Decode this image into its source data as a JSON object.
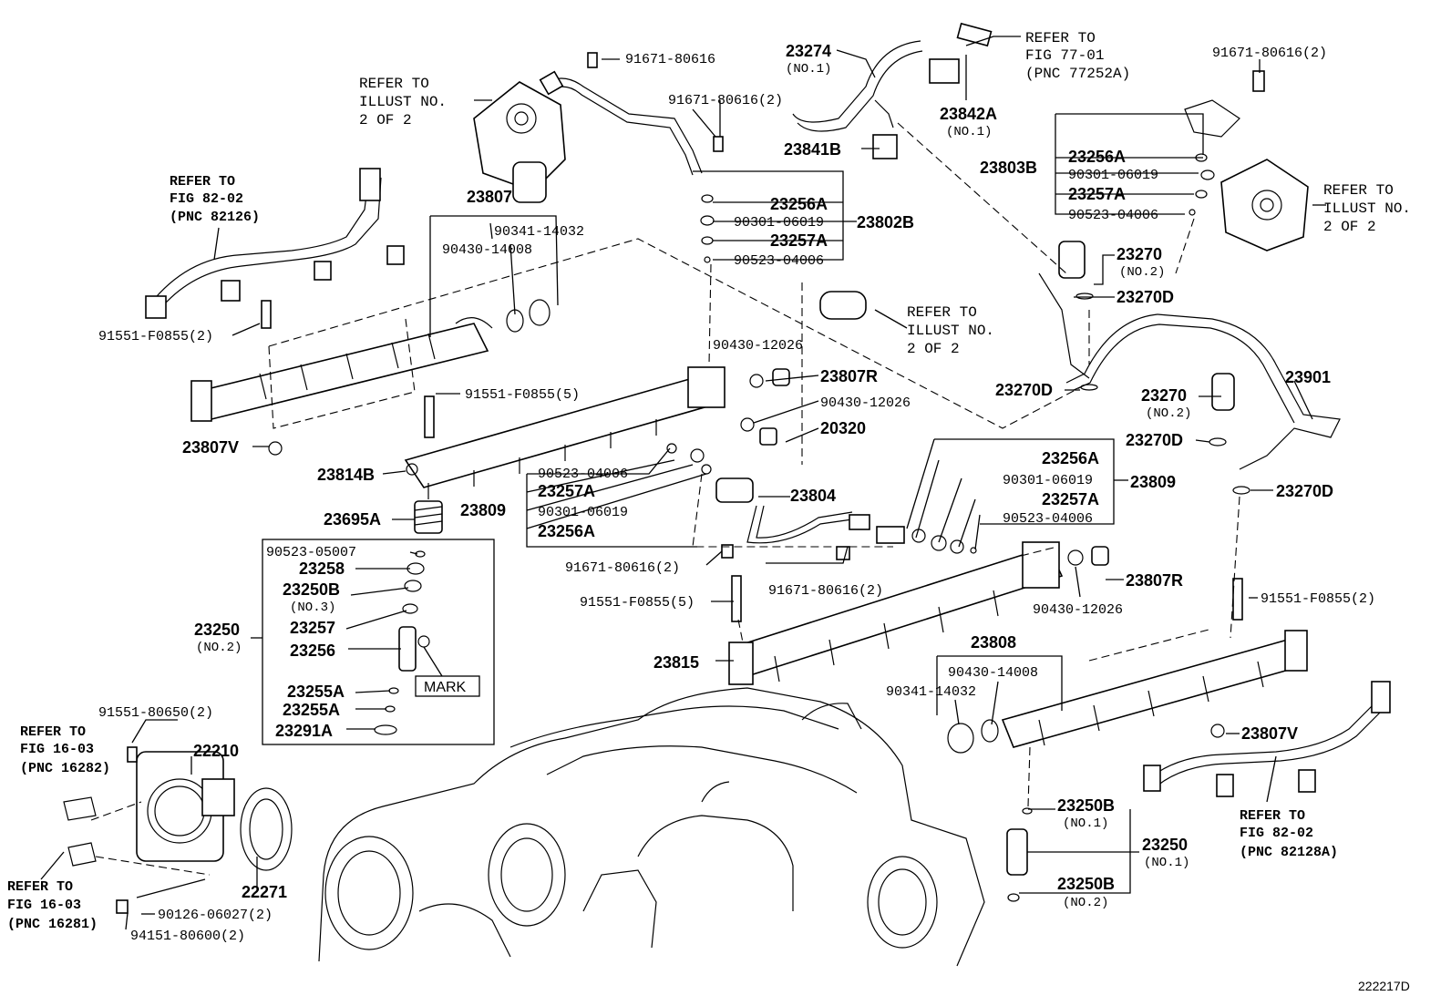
{
  "diagram_id": "222217D",
  "labels": {
    "p23274": "23274",
    "p23274_no": "(NO.1)",
    "p91671_top": "91671-80616",
    "p91671_mid": "91671-80616(2)",
    "p91671_tr": "91671-80616(2)",
    "p23842A": "23842A",
    "p23842A_no": "(NO.1)",
    "p23841B": "23841B",
    "p23803B": "23803B",
    "p23256A_r": "23256A",
    "p90301_r": "90301-06019",
    "p23257A_r": "23257A",
    "p90523_r": "90523-04006",
    "p23802B": "23802B",
    "p23256A_c": "23256A",
    "p90301_c": "90301-06019",
    "p23257A_c": "23257A",
    "p90523_c": "90523-04006",
    "p23807": "23807",
    "p90341_a": "90341-14032",
    "p90430_a": "90430-14008",
    "p91551_a": "91551-F0855(2)",
    "p90430_12026_a": "90430-12026",
    "p23807R_a": "23807R",
    "p91551_b": "91551-F0855(5)",
    "p90430_12026_b": "90430-12026",
    "p20320": "20320",
    "p23807V_a": "23807V",
    "p23814B": "23814B",
    "p23695A": "23695A",
    "p90523_b": "90523-04006",
    "p23257A_b": "23257A",
    "p23809_a": "23809",
    "p90301_b": "90301-06019",
    "p23256A_b": "23256A",
    "p23804": "23804",
    "p23256A_d": "23256A",
    "p90301_d": "90301-06019",
    "p23809_b": "23809",
    "p23257A_d": "23257A",
    "p90523_d": "90523-04006",
    "p23270_a": "23270",
    "p23270_a_no": "(NO.2)",
    "p23270D_a": "23270D",
    "p23270D_b": "23270D",
    "p23270_b": "23270",
    "p23270_b_no": "(NO.2)",
    "p23901": "23901",
    "p23270D_c": "23270D",
    "p23270D_d": "23270D",
    "p91671_c": "91671-80616(2)",
    "p91671_d": "91671-80616(2)",
    "p91551_c": "91551-F0855(5)",
    "p23807R_b": "23807R",
    "p90430_12026_c": "90430-12026",
    "p91551_d": "91551-F0855(2)",
    "p23815": "23815",
    "p23808": "23808",
    "p90430_14008_b": "90430-14008",
    "p90341_b": "90341-14032",
    "p23807V_b": "23807V",
    "p90523_05007": "90523-05007",
    "p23258": "23258",
    "p23250B_no3": "23250B",
    "p23250B_no3_sub": "(NO.3)",
    "p23257": "23257",
    "p23256": "23256",
    "p23250_no2": "23250",
    "p23250_no2_sub": "(NO.2)",
    "mark": "MARK",
    "p23255A_a": "23255A",
    "p23255A_b": "23255A",
    "p23291A": "23291A",
    "p91551_80650": "91551-80650(2)",
    "p22210": "22210",
    "p22271": "22271",
    "p90126": "90126-06027(2)",
    "p94151": "94151-80600(2)",
    "p23250B_no1": "23250B",
    "p23250B_no1_sub": "(NO.1)",
    "p23250_no1": "23250",
    "p23250_no1_sub": "(NO.1)",
    "p23250B_no2": "23250B",
    "p23250B_no2_sub": "(NO.2)"
  },
  "refs": {
    "fig77": [
      "REFER TO",
      "FIG 77-01",
      "(PNC 77252A)"
    ],
    "illust_tl": [
      "REFER TO",
      "ILLUST NO.",
      "2 OF 2"
    ],
    "illust_tr": [
      "REFER TO",
      "ILLUST NO.",
      "2 OF 2"
    ],
    "illust_c": [
      "REFER TO",
      "ILLUST NO.",
      "2 OF 2"
    ],
    "fig82_a": [
      "REFER TO",
      "FIG 82-02",
      "(PNC 82126)"
    ],
    "fig82_b": [
      "REFER TO",
      "FIG 82-02",
      "(PNC 82128A)"
    ],
    "fig16_a": [
      "REFER TO",
      "FIG 16-03",
      "(PNC 16282)"
    ],
    "fig16_b": [
      "REFER TO",
      "FIG 16-03",
      "(PNC 16281)"
    ]
  }
}
